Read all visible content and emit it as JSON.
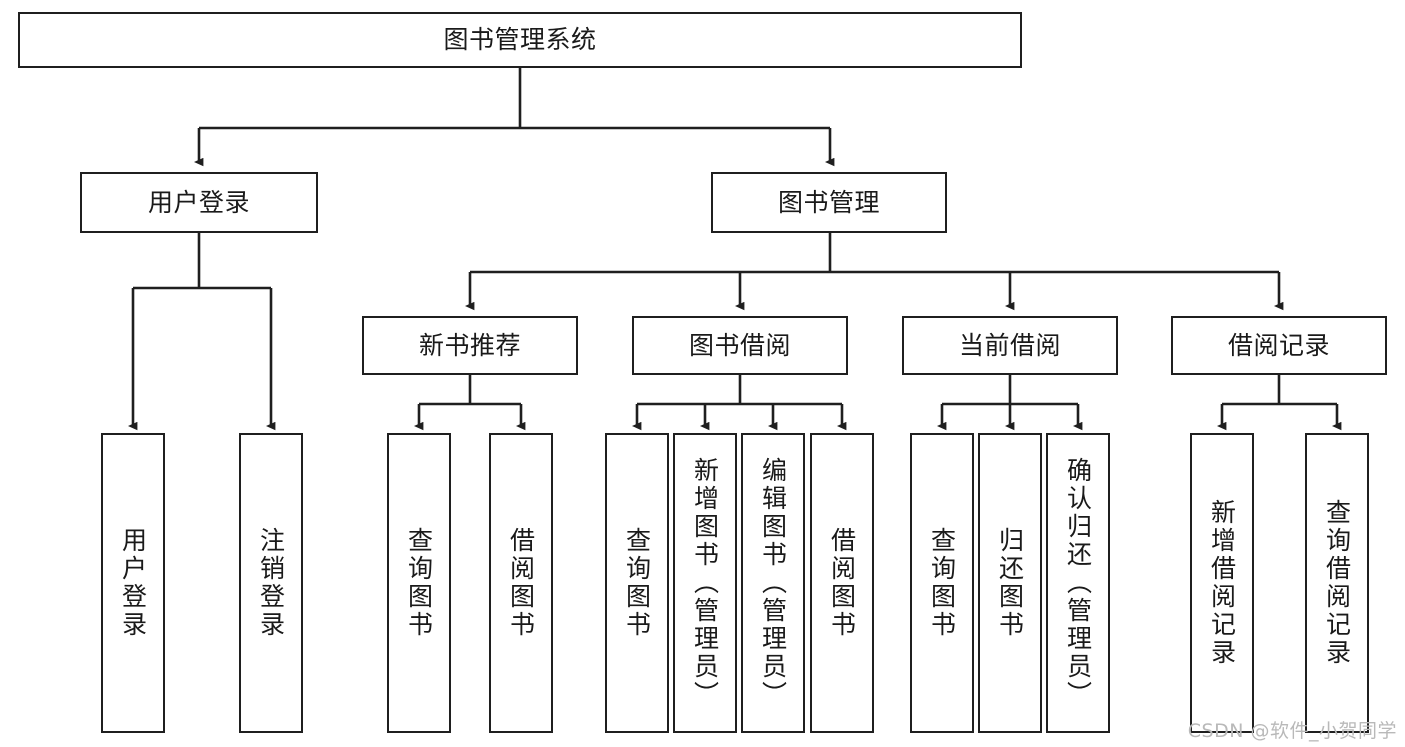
{
  "diagram": {
    "type": "tree-hierarchy",
    "title": "图书管理系统",
    "watermark": "CSDN @软件_小贺同学",
    "colors": {
      "box_border": "#1f1f1f",
      "box_fill": "#ffffff",
      "connector": "#1f1f1f",
      "text": "#1a1a1a",
      "watermark": "#b9b9b9",
      "background": "#ffffff"
    },
    "root": {
      "label": "图书管理系统"
    },
    "level2": [
      {
        "label": "用户登录"
      },
      {
        "label": "图书管理"
      }
    ],
    "level3": [
      {
        "label": "新书推荐"
      },
      {
        "label": "图书借阅"
      },
      {
        "label": "当前借阅"
      },
      {
        "label": "借阅记录"
      }
    ],
    "leaves": {
      "user_login": [
        {
          "label": "用户登录"
        },
        {
          "label": "注销登录"
        }
      ],
      "new_book_recommend": [
        {
          "label": "查询图书"
        },
        {
          "label": "借阅图书"
        }
      ],
      "book_borrow": [
        {
          "label": "查询图书"
        },
        {
          "label": "新增图书（管理员）"
        },
        {
          "label": "编辑图书（管理员）"
        },
        {
          "label": "借阅图书"
        }
      ],
      "current_borrow": [
        {
          "label": "查询图书"
        },
        {
          "label": "归还图书"
        },
        {
          "label": "确认归还（管理员）"
        }
      ],
      "borrow_record": [
        {
          "label": "新增借阅记录"
        },
        {
          "label": "查询借阅记录"
        }
      ]
    }
  }
}
